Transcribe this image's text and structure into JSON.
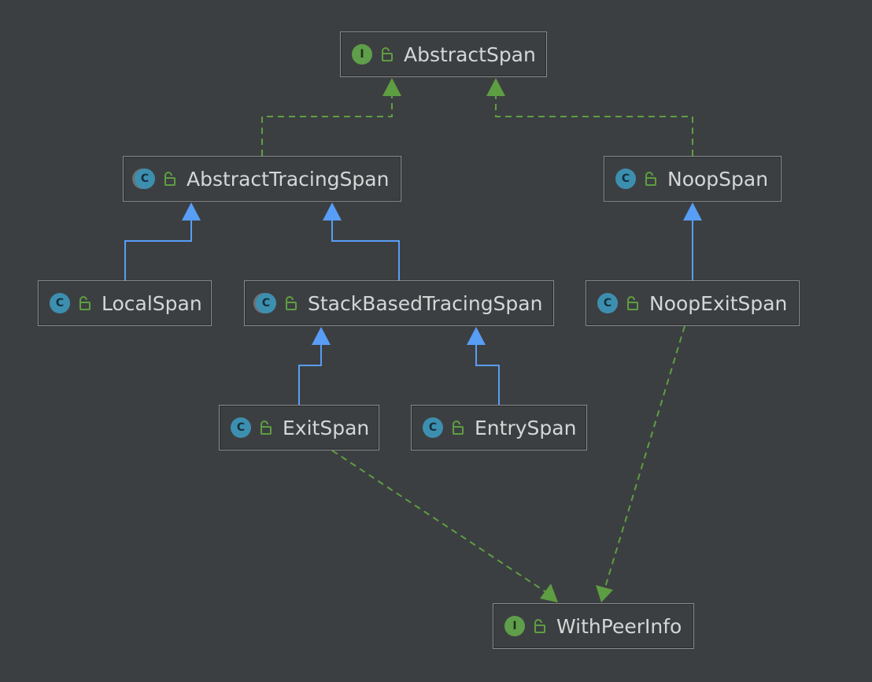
{
  "nodes": {
    "abstract_span": {
      "label": "AbstractSpan",
      "kind_badge": "I"
    },
    "abstract_tracing_span": {
      "label": "AbstractTracingSpan",
      "kind_badge": "C"
    },
    "noop_span": {
      "label": "NoopSpan",
      "kind_badge": "C"
    },
    "local_span": {
      "label": "LocalSpan",
      "kind_badge": "C"
    },
    "stack_based_tracing_span": {
      "label": "StackBasedTracingSpan",
      "kind_badge": "C"
    },
    "noop_exit_span": {
      "label": "NoopExitSpan",
      "kind_badge": "C"
    },
    "exit_span": {
      "label": "ExitSpan",
      "kind_badge": "C"
    },
    "entry_span": {
      "label": "EntrySpan",
      "kind_badge": "C"
    },
    "with_peer_info": {
      "label": "WithPeerInfo",
      "kind_badge": "I"
    }
  },
  "edges": [
    {
      "from": "AbstractTracingSpan",
      "to": "AbstractSpan",
      "relation": "implements"
    },
    {
      "from": "NoopSpan",
      "to": "AbstractSpan",
      "relation": "implements"
    },
    {
      "from": "LocalSpan",
      "to": "AbstractTracingSpan",
      "relation": "extends"
    },
    {
      "from": "StackBasedTracingSpan",
      "to": "AbstractTracingSpan",
      "relation": "extends"
    },
    {
      "from": "NoopExitSpan",
      "to": "NoopSpan",
      "relation": "extends"
    },
    {
      "from": "ExitSpan",
      "to": "StackBasedTracingSpan",
      "relation": "extends"
    },
    {
      "from": "EntrySpan",
      "to": "StackBasedTracingSpan",
      "relation": "extends"
    },
    {
      "from": "ExitSpan",
      "to": "WithPeerInfo",
      "relation": "implements"
    },
    {
      "from": "NoopExitSpan",
      "to": "WithPeerInfo",
      "relation": "implements"
    }
  ],
  "colors": {
    "background": "#3c3f41",
    "extends_line": "#589df6",
    "implements_line": "#5e9e42",
    "interface_badge": "#5f9e4a",
    "class_badge": "#3d8fb0",
    "text": "#d4d6d8"
  },
  "icons": {
    "interface": "interface-icon",
    "class": "class-icon",
    "abstract_class": "abstract-class-icon",
    "visibility": "public-lock-icon"
  }
}
